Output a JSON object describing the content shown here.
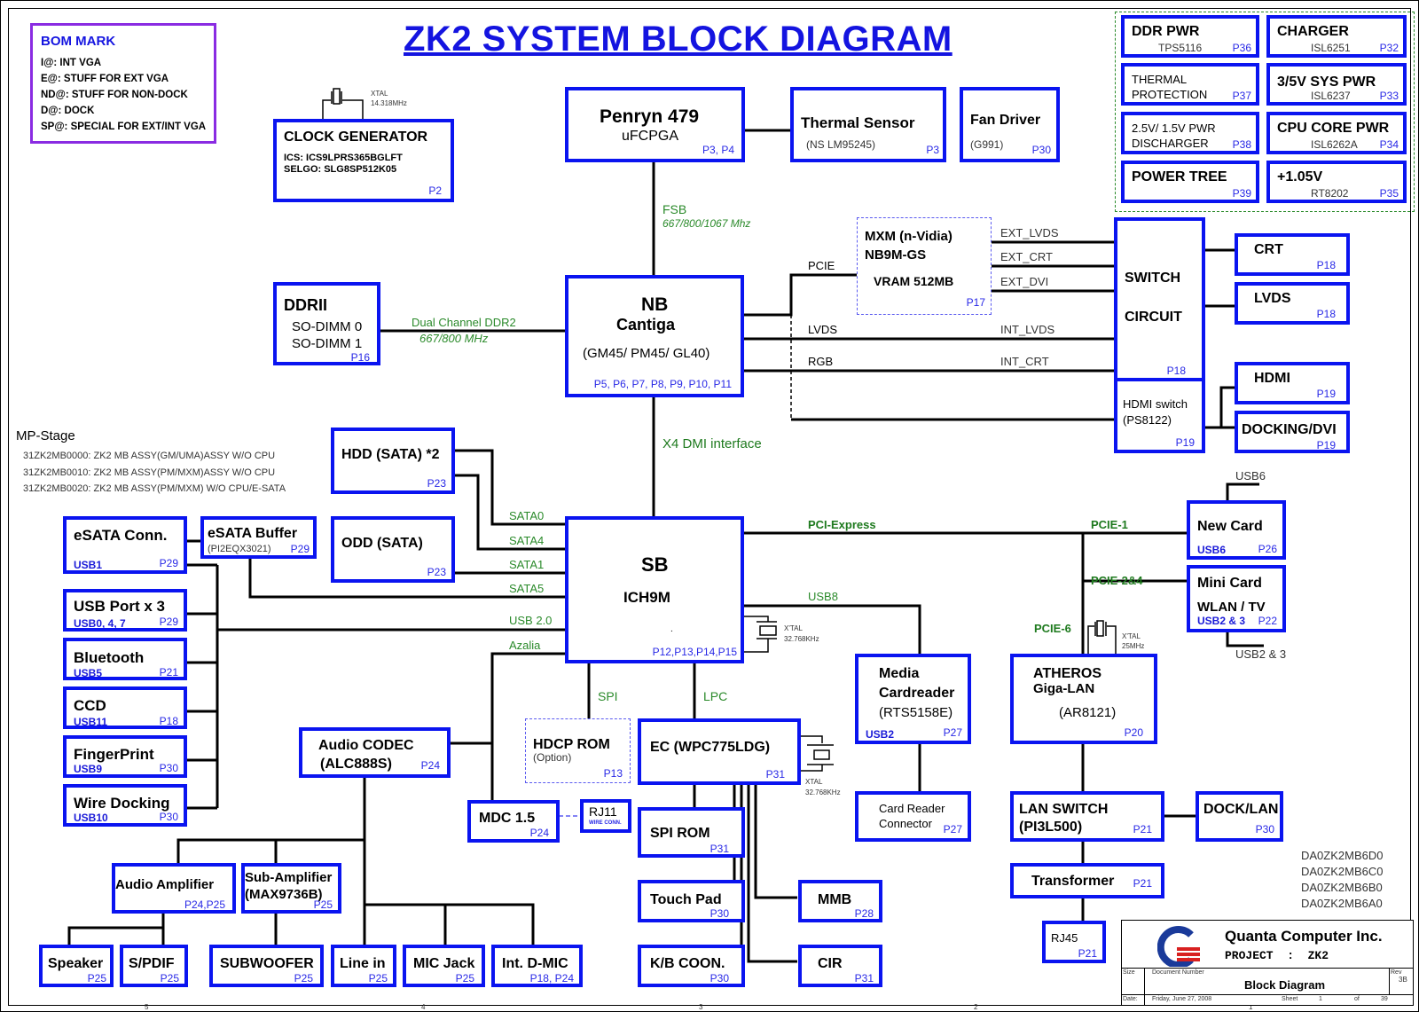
{
  "title": "ZK2 SYSTEM BLOCK DIAGRAM",
  "bom_mark": {
    "heading": "BOM MARK",
    "rows": [
      "I@: INT VGA",
      "E@: STUFF FOR EXT VGA",
      "ND@: STUFF FOR NON-DOCK",
      "D@: DOCK",
      "SP@: SPECIAL FOR EXT/INT VGA"
    ]
  },
  "mp_stage": {
    "heading": "MP-Stage",
    "rows": [
      "31ZK2MB0000: ZK2 MB ASSY(GM/UMA)ASSY W/O CPU",
      "31ZK2MB0010: ZK2 MB ASSY(PM/MXM)ASSY W/O CPU",
      "31ZK2MB0020: ZK2 MB ASSY(PM/MXM) W/O CPU/E-SATA"
    ]
  },
  "power_blocks": [
    {
      "title": "DDR PWR",
      "part": "TPS5116",
      "page": "P36"
    },
    {
      "title": "CHARGER",
      "part": "ISL6251",
      "page": "P32"
    },
    {
      "title": "THERMAL PROTECTION",
      "line1": "THERMAL",
      "line2": "PROTECTION",
      "page": "P37"
    },
    {
      "title": "3/5V SYS PWR",
      "part": "ISL6237",
      "page": "P33"
    },
    {
      "title": "2.5V/ 1.5V PWR DISCHARGER",
      "line1": "2.5V/ 1.5V PWR",
      "line2": "DISCHARGER",
      "page": "P38"
    },
    {
      "title": "CPU CORE PWR",
      "part": "ISL6262A",
      "page": "P34"
    },
    {
      "title": "POWER TREE",
      "page": "P39"
    },
    {
      "title": "+1.05V",
      "part": "RT8202",
      "page": "P35"
    }
  ],
  "clock": {
    "title": "CLOCK GENERATOR",
    "line1": "ICS: ICS9LPRS365BGLFT",
    "line2": "SELGO: SLG8SP512K05",
    "page": "P2",
    "xtal1": "XTAL",
    "xtal2": "14.318MHz"
  },
  "cpu": {
    "title": "Penryn 479",
    "sub": "uFCPGA",
    "page": "P3, P4"
  },
  "thermal": {
    "title": "Thermal Sensor",
    "sub": "(NS LM95245)",
    "page": "P3"
  },
  "fan": {
    "title": "Fan Driver",
    "sub": "(G991)",
    "page": "P30"
  },
  "fsb": {
    "label": "FSB",
    "speed": "667/800/1067 Mhz"
  },
  "mxm": {
    "line1": "MXM (n-Vidia)",
    "line2": "NB9M-GS",
    "line3": "VRAM 512MB",
    "page": "P17"
  },
  "ddr": {
    "title": "DDRII",
    "line1": "SO-DIMM 0",
    "line2": "SO-DIMM 1",
    "page": "P16",
    "bus": "Dual Channel DDR2",
    "speed": "667/800 MHz"
  },
  "nb": {
    "title": "NB",
    "sub": "Cantiga",
    "models": "(GM45/ PM45/ GL40)",
    "pages": "P5, P6, P7, P8, P9, P10, P11"
  },
  "video_signals": {
    "pcie": "PCIE",
    "lvds": "LVDS",
    "rgb": "RGB",
    "ext_lvds": "EXT_LVDS",
    "ext_crt": "EXT_CRT",
    "ext_dvi": "EXT_DVI",
    "int_lvds": "INT_LVDS",
    "int_crt": "INT_CRT"
  },
  "switch": {
    "line1": "SWITCH",
    "line2": "CIRCUIT",
    "page": "P18"
  },
  "hdmi_switch": {
    "line1": "HDMI switch",
    "line2": "(PS8122)",
    "page": "P19"
  },
  "crt": {
    "title": "CRT",
    "page": "P18"
  },
  "lvds": {
    "title": "LVDS",
    "page": "P18"
  },
  "hdmi": {
    "title": "HDMI",
    "page": "P19"
  },
  "docking_dvi": {
    "title": "DOCKING/DVI",
    "page": "P19"
  },
  "dmi": "X4 DMI interface",
  "hdd": {
    "title": "HDD (SATA) *2",
    "page": "P23"
  },
  "odd": {
    "title": "ODD (SATA)",
    "page": "P23"
  },
  "sata": [
    "SATA0",
    "SATA4",
    "SATA1",
    "SATA5"
  ],
  "sb": {
    "title": "SB",
    "sub": "ICH9M",
    "dot": ".",
    "pages": "P12,P13,P14,P15",
    "xtal1": "X'TAL",
    "xtal2": "32.768KHz"
  },
  "esata_conn": {
    "title": "eSATA Conn.",
    "usb": "USB1",
    "page": "P29"
  },
  "esata_buf": {
    "title": "eSATA Buffer",
    "sub": "(PI2EQX3021)",
    "page": "P29"
  },
  "usb_port": {
    "title": "USB Port x 3",
    "usb": "USB0, 4, 7",
    "page": "P29"
  },
  "bluetooth": {
    "title": "Bluetooth",
    "usb": "USB5",
    "page": "P21"
  },
  "ccd": {
    "title": "CCD",
    "usb": "USB11",
    "page": "P18"
  },
  "finger": {
    "title": "FingerPrint",
    "usb": "USB9",
    "page": "P30"
  },
  "wiredock": {
    "title": "Wire Docking",
    "usb": "USB10",
    "page": "P30"
  },
  "usb20": "USB 2.0",
  "azalia": "Azalia",
  "pci_express": "PCI-Express",
  "usb8": "USB8",
  "pcie1": "PCIE-1",
  "pcie24": "PCIE-2&4",
  "pcie6": "PCIE-6",
  "newcard": {
    "title": "New Card",
    "usb": "USB6",
    "page": "P26",
    "usb_label": "USB6"
  },
  "minicard": {
    "title": "Mini Card",
    "sub": "WLAN / TV",
    "usb": "USB2 & 3",
    "page": "P22",
    "usb_label": "USB2 & 3"
  },
  "lan_xtal": {
    "x1": "X'TAL",
    "x2": "25MHz"
  },
  "media": {
    "line1": "Media",
    "line2": "Cardreader",
    "line3": "(RTS5158E)",
    "usb": "USB2",
    "page": "P27"
  },
  "atheros": {
    "line1": "ATHEROS",
    "line2": "Giga-LAN",
    "line3": "(AR8121)",
    "page": "P20"
  },
  "card_conn": {
    "line1": "Card Reader",
    "line2": "Connector",
    "page": "P27"
  },
  "lanswitch": {
    "line1": "LAN SWITCH",
    "line2": "(PI3L500)",
    "page": "P21"
  },
  "docklan": {
    "title": "DOCK/LAN",
    "page": "P30"
  },
  "transformer": {
    "title": "Transformer",
    "page": "P21"
  },
  "rj45": {
    "title": "RJ45",
    "page": "P21"
  },
  "spi": "SPI",
  "lpc": "LPC",
  "hdcp": {
    "title": "HDCP ROM",
    "sub": "(Option)",
    "page": "P13"
  },
  "ec": {
    "title": "EC (WPC775LDG)",
    "page": "P31",
    "xtal1": "XTAL",
    "xtal2": "32.768KHz"
  },
  "codec": {
    "line1": "Audio CODEC",
    "line2": "(ALC888S)",
    "page": "P24"
  },
  "mdc": {
    "title": "MDC 1.5",
    "page": "P24"
  },
  "rj11": {
    "title": "RJ11",
    "sub": "WIRE CONN."
  },
  "spirom": {
    "title": "SPI ROM",
    "page": "P31"
  },
  "touchpad": {
    "title": "Touch Pad",
    "page": "P30"
  },
  "mmb": {
    "title": "MMB",
    "page": "P28"
  },
  "kb": {
    "title": "K/B COON.",
    "page": "P30"
  },
  "cir": {
    "title": "CIR",
    "page": "P31"
  },
  "amp": {
    "title": "Audio Amplifier",
    "page": "P24,P25"
  },
  "subamp": {
    "line1": "Sub-Amplifier",
    "line2": "(MAX9736B)",
    "page": "P25"
  },
  "speaker": {
    "title": "Speaker",
    "page": "P25"
  },
  "spdif": {
    "title": "S/PDIF",
    "page": "P25"
  },
  "subwoofer": {
    "title": "SUBWOOFER",
    "page": "P25"
  },
  "linein": {
    "title": "Line in",
    "page": "P25"
  },
  "micjack": {
    "title": "MIC Jack",
    "page": "P25"
  },
  "dmic": {
    "title": "Int. D-MIC",
    "page": "P18, P24"
  },
  "pcb_versions": [
    "DA0ZK2MB6D0",
    "DA0ZK2MB6C0",
    "DA0ZK2MB6B0",
    "DA0ZK2MB6A0"
  ],
  "title_block": {
    "company": "Quanta Computer Inc.",
    "project": "PROJECT  :  ZK2",
    "size_label": "Size",
    "docnum_label": "Document Number",
    "doc": "Block Diagram",
    "rev_label": "Rev",
    "rev": "3B",
    "date_label": "Date:",
    "date": "Friday, June 27, 2008",
    "sheet_label": "Sheet",
    "sheet": "1",
    "of_label": "of",
    "total": "39"
  },
  "border_zones": [
    "5",
    "4",
    "3",
    "2",
    "1"
  ],
  "colors": {
    "block_border": "#0a14f0",
    "signal_green": "#2a8a2a",
    "page_blue": "#2828e6",
    "bom_border": "#8a2be2"
  }
}
